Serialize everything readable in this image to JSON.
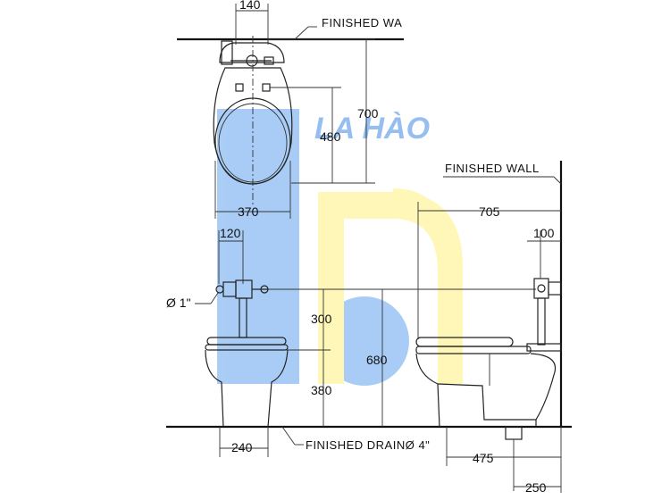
{
  "labels": {
    "finished_wall_top": "FINISHED  WA",
    "finished_wall_side": "FINISHED  WALL",
    "finished_drain": "FINISHED  DRAINØ 4\"",
    "pipe_diameter": "Ø 1\""
  },
  "dimensions": {
    "d140": "140",
    "d700": "700",
    "d480": "480",
    "d370": "370",
    "d120": "120",
    "d705": "705",
    "d100": "100",
    "d300": "300",
    "d680": "680",
    "d380": "380",
    "d240": "240",
    "d475": "475",
    "d250": "250"
  },
  "watermark": {
    "text": "LA HÀO",
    "colors": {
      "blue": "#8cbcf2",
      "yellow": "#fff5a0"
    }
  }
}
